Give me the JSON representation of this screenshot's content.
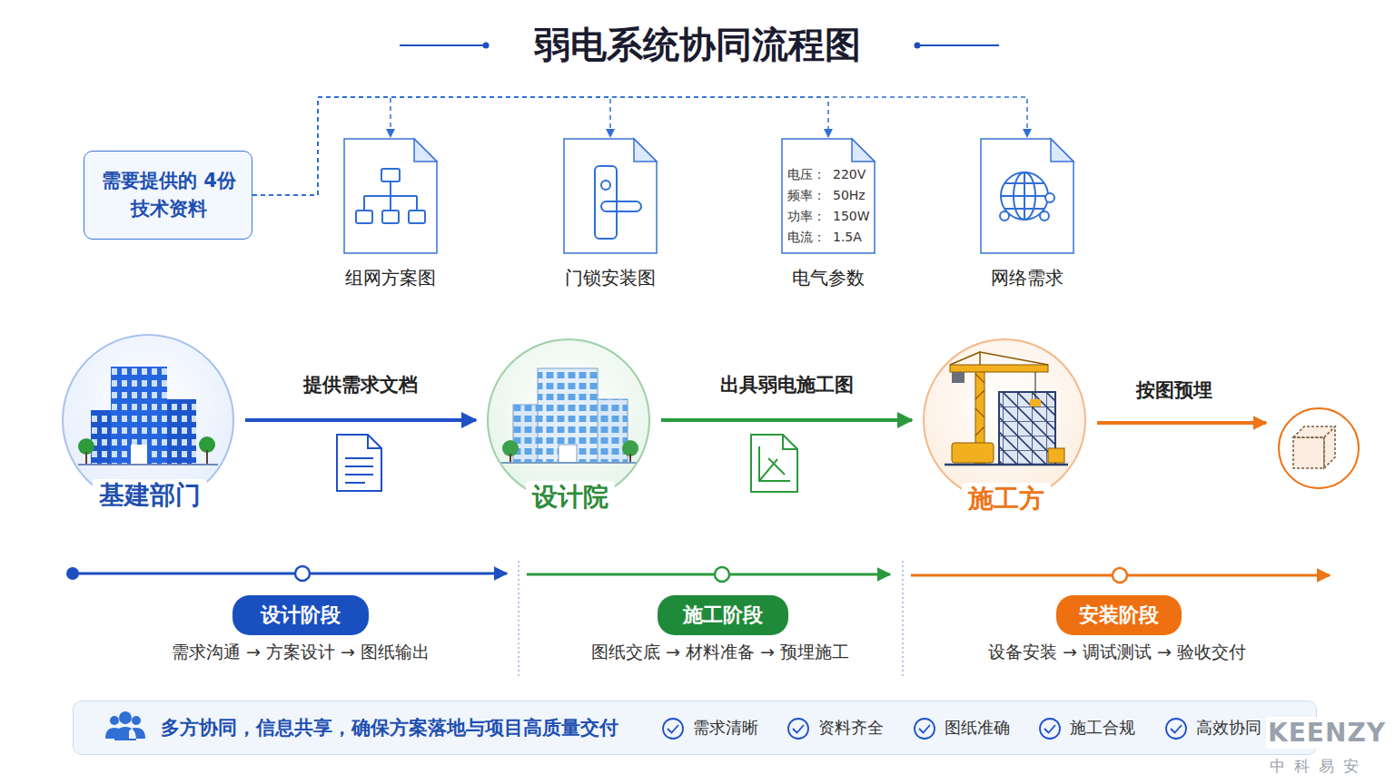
{
  "diagram": {
    "title": "弱电系统协同流程图",
    "nodes": [
      {
        "text": [
          "需要提供的 4份技术资料"
        ]
      },
      {
        "text": [
          "组网方案图"
        ]
      },
      {
        "text": [
          "门锁安装图"
        ]
      },
      {
        "text": [
          "电气参数",
          "电压：",
          "220V",
          "频率：",
          "50Hz",
          "功率：",
          "150W",
          "电流：",
          "1.5A"
        ]
      },
      {
        "text": [
          "网络需求"
        ]
      },
      {
        "text": [
          "基建部门"
        ]
      },
      {
        "text": [
          "设计院"
        ]
      },
      {
        "text": [
          "施工方"
        ]
      },
      {
        "text": [
          "设计阶段"
        ]
      },
      {
        "text": [
          "施工阶段"
        ]
      },
      {
        "text": [
          "安装阶段"
        ]
      },
      {
        "text": [
          "多方协同，信息共享，确保方案落地与项目高质量交付",
          "需求清晰",
          "资料齐全",
          "图纸准确",
          "施工合规",
          "高效协同"
        ]
      }
    ],
    "edges": [
      {
        "from": 0,
        "to": 1,
        "arrow": "to"
      },
      {
        "from": 0,
        "to": 2,
        "arrow": "to"
      },
      {
        "from": 0,
        "to": 3,
        "arrow": "to"
      },
      {
        "from": 0,
        "to": 4,
        "arrow": "to"
      },
      {
        "from": 5,
        "to": 6,
        "label": "提供需求文档",
        "arrow": "to"
      },
      {
        "from": 6,
        "to": 7,
        "label": "出具弱电施工图",
        "arrow": "to"
      }
    ],
    "labels": [
      "按图预埋",
      "需求沟通 → 方案设计 → 图纸输出",
      "图纸交底 → 材料准备 → 预埋施工",
      "设备安装 → 调试测试 → 验收交付",
      "KEENZY",
      "中科易安"
    ]
  }
}
